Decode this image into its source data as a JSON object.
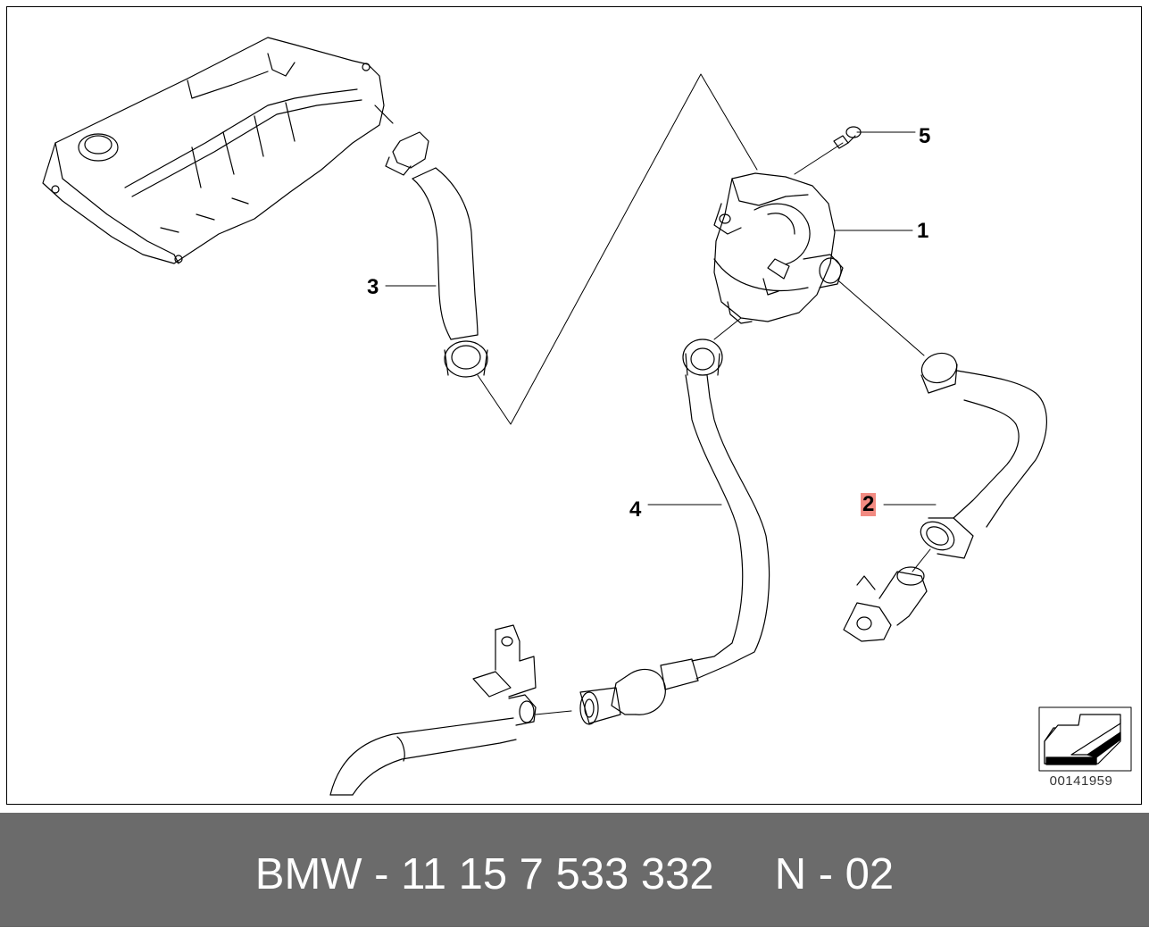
{
  "diagram": {
    "callouts": [
      {
        "id": "1",
        "label": "1",
        "highlighted": false
      },
      {
        "id": "2",
        "label": "2",
        "highlighted": true
      },
      {
        "id": "3",
        "label": "3",
        "highlighted": false
      },
      {
        "id": "4",
        "label": "4",
        "highlighted": false
      },
      {
        "id": "5",
        "label": "5",
        "highlighted": false
      }
    ],
    "drawing_number": "00141959",
    "highlight_color": "#f28b82",
    "line_color": "#000000"
  },
  "footer": {
    "text": "BMW - 11 15 7 533 332     N - 02",
    "background_color": "#6b6b6b",
    "text_color": "#ffffff"
  }
}
